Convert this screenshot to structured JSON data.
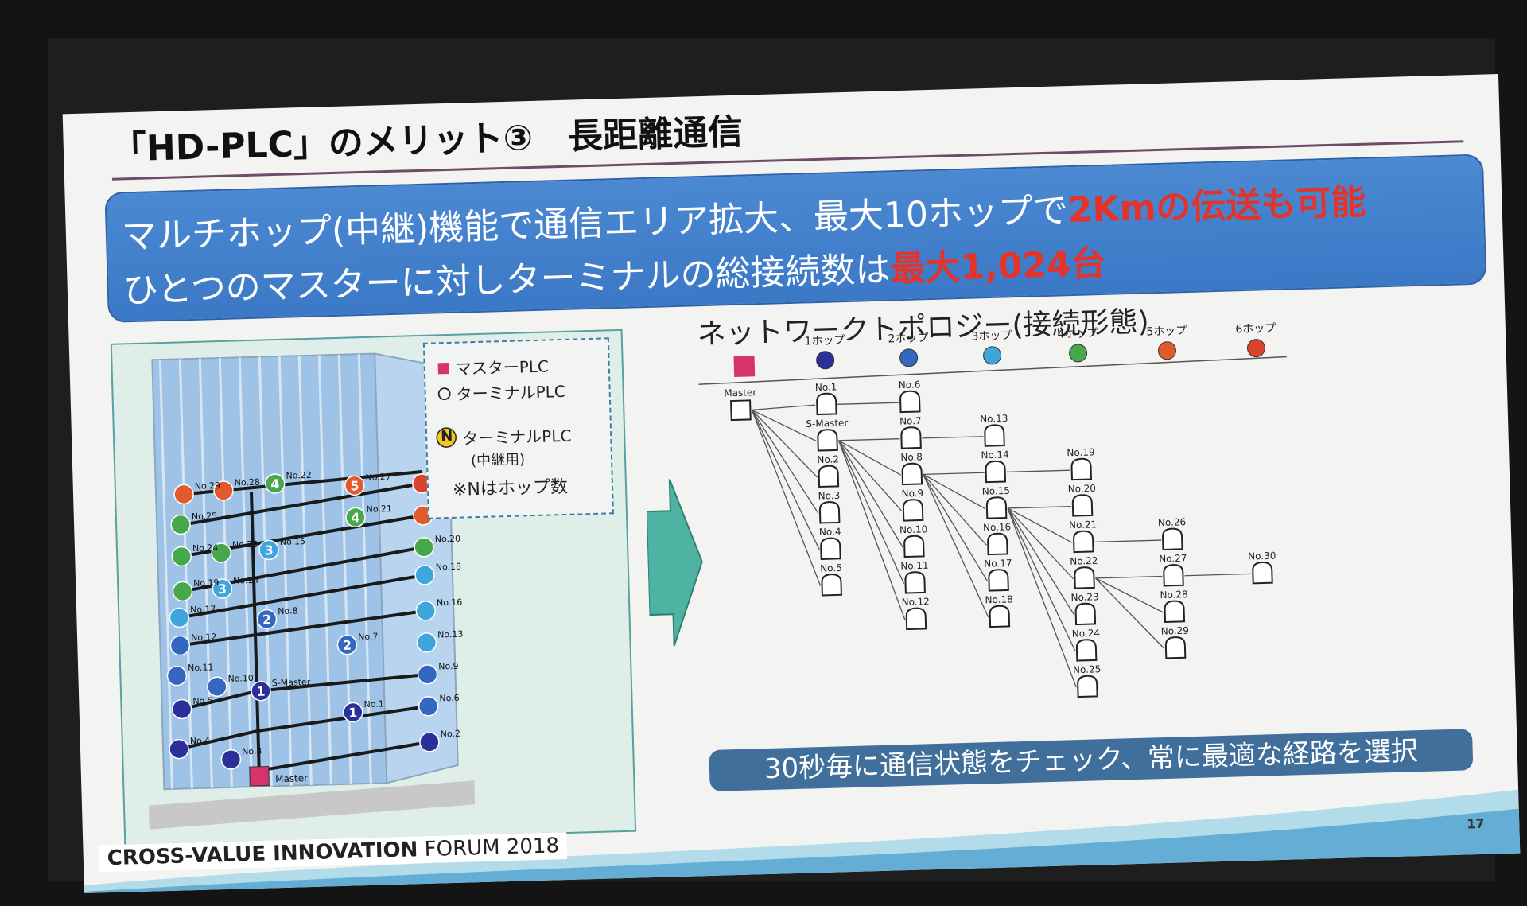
{
  "slide": {
    "title": "「HD-PLC」のメリット③　長距離通信",
    "banner_line1_normal": "マルチホップ(中継)機能で通信エリア拡大、最大10ホップで",
    "banner_line1_red": "2Kmの伝送も可能",
    "banner_line2_normal": "ひとつのマスターに対しターミナルの総接続数は",
    "banner_line2_red": "最大1,024台",
    "topology_title": "ネットワークトポロジー(接続形態)",
    "bottom_note": "30秒毎に通信状態をチェック、常に最適な経路を選択",
    "footer_bold": "CROSS-VALUE INNOVATION",
    "footer_thin": " FORUM 2018",
    "page_number": "17"
  },
  "legend": {
    "master": "マスターPLC",
    "terminal": "ターミナルPLC",
    "relay_letter": "N",
    "relay": "ターミナルPLC",
    "relay_sub": "(中継用)",
    "note": "※Nはホップ数"
  },
  "colors": {
    "hop1": "#2b2f9a",
    "hop2": "#3468c0",
    "hop3": "#3fa6dd",
    "hop4": "#46a84a",
    "hop5": "#e2592e",
    "hop6": "#d8452c",
    "master": "#d6336c",
    "banner": "#4c89d2",
    "red_text": "#e3342c"
  },
  "hop_legend": [
    "1ホップ",
    "2ホップ",
    "3ホップ",
    "4ホップ",
    "5ホップ",
    "6ホップ"
  ],
  "building": {
    "master_label": "Master",
    "nodes": [
      {
        "label": "No.1",
        "hop": 1,
        "relay": true,
        "num": "1"
      },
      {
        "label": "S-Master",
        "hop": 1,
        "relay": true,
        "num": "1"
      },
      {
        "label": "No.2",
        "hop": 1,
        "relay": false
      },
      {
        "label": "No.3",
        "hop": 1,
        "relay": false
      },
      {
        "label": "No.4",
        "hop": 1,
        "relay": false
      },
      {
        "label": "No.5",
        "hop": 1,
        "relay": false
      },
      {
        "label": "No.6",
        "hop": 2,
        "relay": false
      },
      {
        "label": "No.7",
        "hop": 2,
        "relay": true,
        "num": "2"
      },
      {
        "label": "No.8",
        "hop": 2,
        "relay": true,
        "num": "2"
      },
      {
        "label": "No.9",
        "hop": 2,
        "relay": false
      },
      {
        "label": "No.10",
        "hop": 2,
        "relay": false
      },
      {
        "label": "No.11",
        "hop": 2,
        "relay": false
      },
      {
        "label": "No.12",
        "hop": 2,
        "relay": false
      },
      {
        "label": "No.13",
        "hop": 3,
        "relay": false
      },
      {
        "label": "No.14",
        "hop": 3,
        "relay": true,
        "num": "3"
      },
      {
        "label": "No.15",
        "hop": 3,
        "relay": true,
        "num": "3"
      },
      {
        "label": "No.16",
        "hop": 3,
        "relay": false
      },
      {
        "label": "No.17",
        "hop": 3,
        "relay": false
      },
      {
        "label": "No.18",
        "hop": 3,
        "relay": false
      },
      {
        "label": "No.19",
        "hop": 4,
        "relay": false
      },
      {
        "label": "No.20",
        "hop": 4,
        "relay": false
      },
      {
        "label": "No.21",
        "hop": 4,
        "relay": true,
        "num": "4"
      },
      {
        "label": "No.22",
        "hop": 4,
        "relay": true,
        "num": "4"
      },
      {
        "label": "No.23",
        "hop": 4,
        "relay": false
      },
      {
        "label": "No.24",
        "hop": 4,
        "relay": false
      },
      {
        "label": "No.25",
        "hop": 4,
        "relay": false
      },
      {
        "label": "No.26",
        "hop": 5,
        "relay": false
      },
      {
        "label": "No.27",
        "hop": 5,
        "relay": true,
        "num": "5"
      },
      {
        "label": "No.28",
        "hop": 5,
        "relay": false
      },
      {
        "label": "No.29",
        "hop": 5,
        "relay": false
      },
      {
        "label": "No.30",
        "hop": 6,
        "relay": false
      }
    ]
  },
  "topology": {
    "master_label": "Master",
    "columns": [
      [
        "No.1",
        "S-Master",
        "No.2",
        "No.3",
        "No.4",
        "No.5"
      ],
      [
        "No.6",
        "No.7",
        "No.8",
        "No.9",
        "No.10",
        "No.11",
        "No.12"
      ],
      [
        "No.13",
        "No.14",
        "No.15",
        "No.16",
        "No.17",
        "No.18"
      ],
      [
        "No.19",
        "No.20",
        "No.21",
        "No.22",
        "No.23",
        "No.24",
        "No.25"
      ],
      [
        "No.26",
        "No.27",
        "No.28",
        "No.29"
      ],
      [
        "No.30"
      ]
    ],
    "links": [
      [
        "Master",
        "No.1"
      ],
      [
        "Master",
        "S-Master"
      ],
      [
        "Master",
        "No.2"
      ],
      [
        "Master",
        "No.3"
      ],
      [
        "Master",
        "No.4"
      ],
      [
        "Master",
        "No.5"
      ],
      [
        "No.1",
        "No.6"
      ],
      [
        "S-Master",
        "No.7"
      ],
      [
        "S-Master",
        "No.8"
      ],
      [
        "S-Master",
        "No.9"
      ],
      [
        "S-Master",
        "No.10"
      ],
      [
        "S-Master",
        "No.11"
      ],
      [
        "S-Master",
        "No.12"
      ],
      [
        "No.7",
        "No.13"
      ],
      [
        "No.8",
        "No.14"
      ],
      [
        "No.8",
        "No.15"
      ],
      [
        "No.8",
        "No.16"
      ],
      [
        "No.8",
        "No.17"
      ],
      [
        "No.8",
        "No.18"
      ],
      [
        "No.14",
        "No.19"
      ],
      [
        "No.15",
        "No.20"
      ],
      [
        "No.15",
        "No.21"
      ],
      [
        "No.15",
        "No.22"
      ],
      [
        "No.15",
        "No.23"
      ],
      [
        "No.15",
        "No.24"
      ],
      [
        "No.15",
        "No.25"
      ],
      [
        "No.21",
        "No.26"
      ],
      [
        "No.22",
        "No.27"
      ],
      [
        "No.22",
        "No.28"
      ],
      [
        "No.22",
        "No.29"
      ],
      [
        "No.27",
        "No.30"
      ]
    ]
  }
}
